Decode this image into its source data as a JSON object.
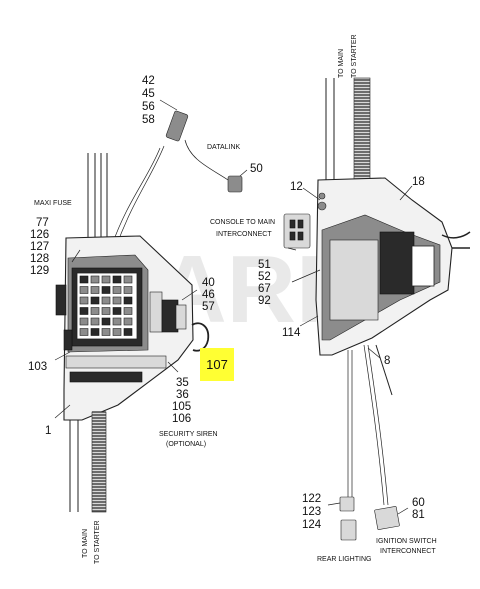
{
  "left_unit": {
    "callouts": {
      "c42_45_56_58": [
        "42",
        "45",
        "56",
        "58"
      ],
      "c50": "50",
      "c77_129": [
        "77",
        "126",
        "127",
        "128",
        "129"
      ],
      "c40_46_57": [
        "40",
        "46",
        "57"
      ],
      "c103": "103",
      "c107": "107",
      "c35_106": [
        "35",
        "36",
        "105",
        "106"
      ],
      "c1": "1"
    },
    "labels": {
      "datalink": "DATALINK",
      "maxi_fuse": "MAXI FUSE",
      "security_siren": [
        "SECURITY SIREN",
        "(OPTIONAL)"
      ],
      "to_main_starter": [
        "TO MAIN",
        "TO STARTER"
      ]
    },
    "highlight_color": "#ffff33"
  },
  "right_unit": {
    "callouts": {
      "c12": "12",
      "c18": "18",
      "c51_92": [
        "51",
        "52",
        "67",
        "92"
      ],
      "c114": "114",
      "c8": "8",
      "c122_124": [
        "122",
        "123",
        "124"
      ],
      "c60_81": [
        "60",
        "81"
      ]
    },
    "labels": {
      "to_main_starter": [
        "TO MAIN",
        "TO STARTER"
      ],
      "console_interconnect": [
        "CONSOLE TO MAIN",
        "INTERCONNECT"
      ],
      "rear_lighting": "REAR LIGHTING",
      "ignition_interconnect": [
        "IGNITION SWITCH",
        "INTERCONNECT"
      ]
    }
  },
  "watermark": "ARI"
}
